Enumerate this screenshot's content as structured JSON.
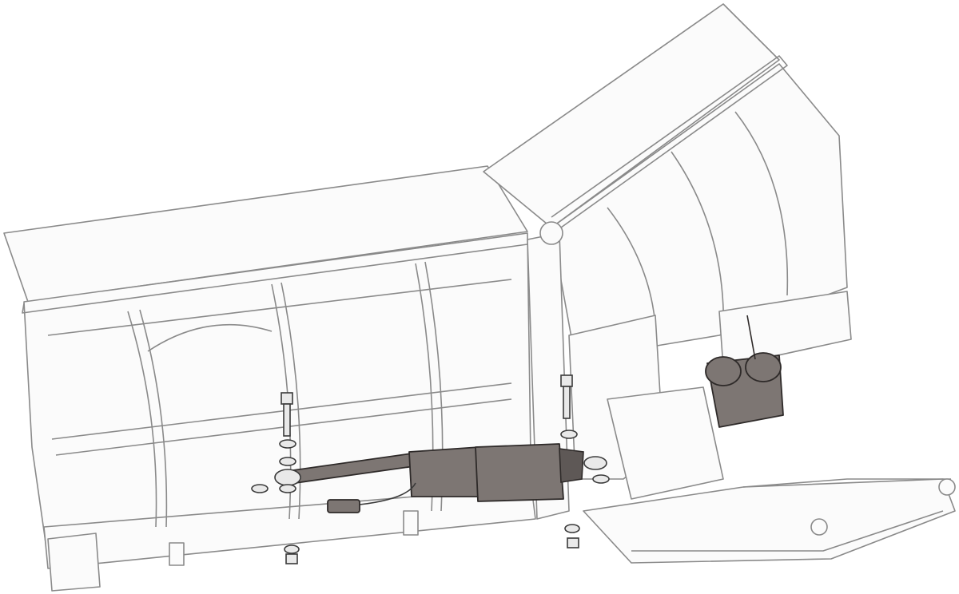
{
  "diagram": {
    "kind": "exploded technical line illustration",
    "colors": {
      "background": "#ffffff",
      "outline": "#8a8a8a",
      "highlighted_part": "#7d7673",
      "highlighted_outline": "#2e2a29"
    },
    "parts": [
      {
        "name": "left-plow-blade"
      },
      {
        "name": "right-plow-blade"
      },
      {
        "name": "center-pivot"
      },
      {
        "name": "a-frame"
      },
      {
        "name": "linear-actuator"
      },
      {
        "name": "rear-actuator"
      },
      {
        "name": "mounting-bolts"
      },
      {
        "name": "washers-and-nuts"
      },
      {
        "name": "wiring-connector"
      }
    ]
  }
}
